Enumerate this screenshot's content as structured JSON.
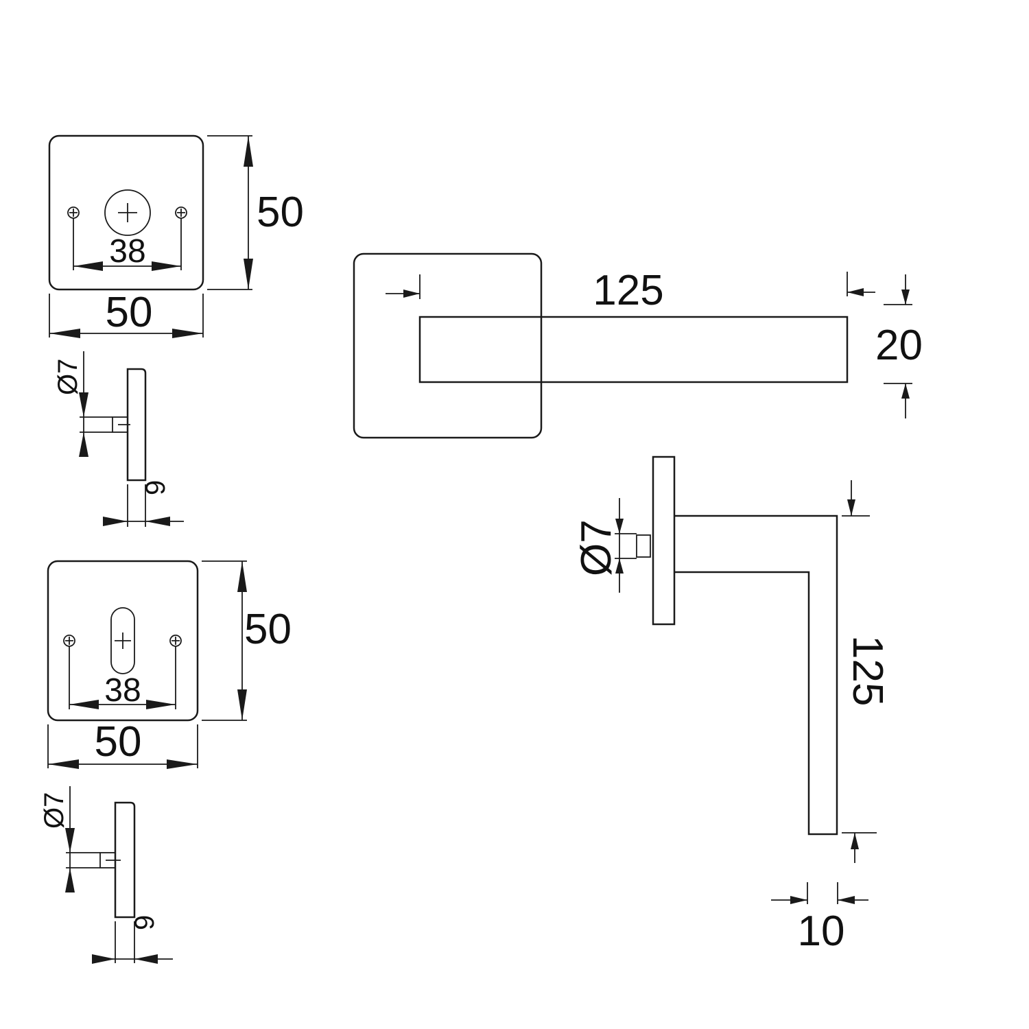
{
  "rose_round": {
    "height": "50",
    "width": "50",
    "screw_spacing": "38",
    "pin_diameter": "Ø7",
    "thickness": "9"
  },
  "rose_oval": {
    "height": "50",
    "width": "50",
    "screw_spacing": "38",
    "pin_diameter": "Ø7",
    "thickness": "9"
  },
  "handle_top": {
    "length": "125",
    "height": "20"
  },
  "handle_side": {
    "pin_diameter": "Ø7",
    "length": "125",
    "thickness": "10"
  }
}
